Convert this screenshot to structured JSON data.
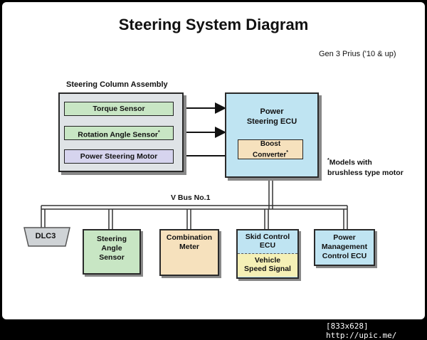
{
  "title": "Steering System Diagram",
  "subtitle": "Gen 3 Prius ('10 & up)",
  "column_assembly": {
    "label": "Steering Column Assembly",
    "torque_sensor": "Torque Sensor",
    "rotation_angle_sensor": "Rotation Angle Sensor",
    "rotation_angle_sensor_mark": "*",
    "power_steering_motor": "Power Steering Motor"
  },
  "ecu": {
    "label_line1": "Power",
    "label_line2": "Steering ECU",
    "boost_line1": "Boost",
    "boost_line2": "Converter",
    "boost_mark": "*"
  },
  "note": {
    "mark": "*",
    "line1": "Models with",
    "line2": "brushless type motor"
  },
  "bus_label": "V Bus No.1",
  "nodes": {
    "dlc3": "DLC3",
    "steering_angle_sensor": [
      "Steering",
      "Angle",
      "Sensor"
    ],
    "combination_meter": [
      "Combination",
      "Meter"
    ],
    "skid_control_ecu": [
      "Skid Control",
      "ECU"
    ],
    "vehicle_speed_signal": [
      "Vehicle",
      "Speed Signal"
    ],
    "power_management_ecu": [
      "Power",
      "Management",
      "Control ECU"
    ]
  },
  "footer": "[833x628] http://upic.me/",
  "colors": {
    "green": "#c8e6c4",
    "blue": "#bfe4f2",
    "orange": "#f6e1bd",
    "yellow": "#f5f0b6",
    "purple": "#d6d4ee",
    "warning_red": "#e02a2a"
  }
}
